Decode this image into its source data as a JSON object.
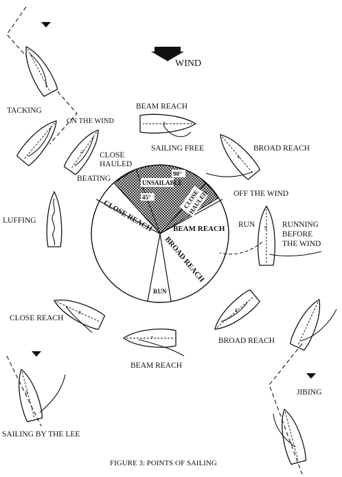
{
  "figure": {
    "wind_label": "WIND",
    "caption": "FIGURE 3: POINTS OF SAILING"
  },
  "wheel": {
    "unsailable": "UNSAILABLE",
    "angle_90": "90°",
    "angle_45": "45°",
    "close_hauled_line1": "CLOSE",
    "close_hauled_line2": "HAULED",
    "close_reach": "CLOSE REACH",
    "beam_reach": "BEAM REACH",
    "broad_reach": "BROAD REACH",
    "run": "RUN"
  },
  "labels": {
    "tacking": "TACKING",
    "on_the_wind": "ON THE WIND",
    "beam_reach_top": "BEAM REACH",
    "sailing_free": "SAILING FREE",
    "broad_reach_top": "BROAD REACH",
    "close_hauled_1": "CLOSE",
    "close_hauled_2": "HAULED",
    "beating": "BEATING",
    "off_the_wind": "OFF THE WIND",
    "luffing": "LUFFING",
    "run": "RUN",
    "running_before_1": "RUNNING",
    "running_before_2": "BEFORE",
    "running_before_3": "THE WIND",
    "close_reach": "CLOSE REACH",
    "broad_reach_bottom": "BROAD REACH",
    "beam_reach_bottom": "BEAM REACH",
    "jibing": "JIBING",
    "sailing_by_the_lee": "SAILING BY THE LEE"
  },
  "boat_numbers": [
    "1",
    "2",
    "3",
    "4",
    "5",
    "6",
    "7",
    "8",
    "9"
  ]
}
